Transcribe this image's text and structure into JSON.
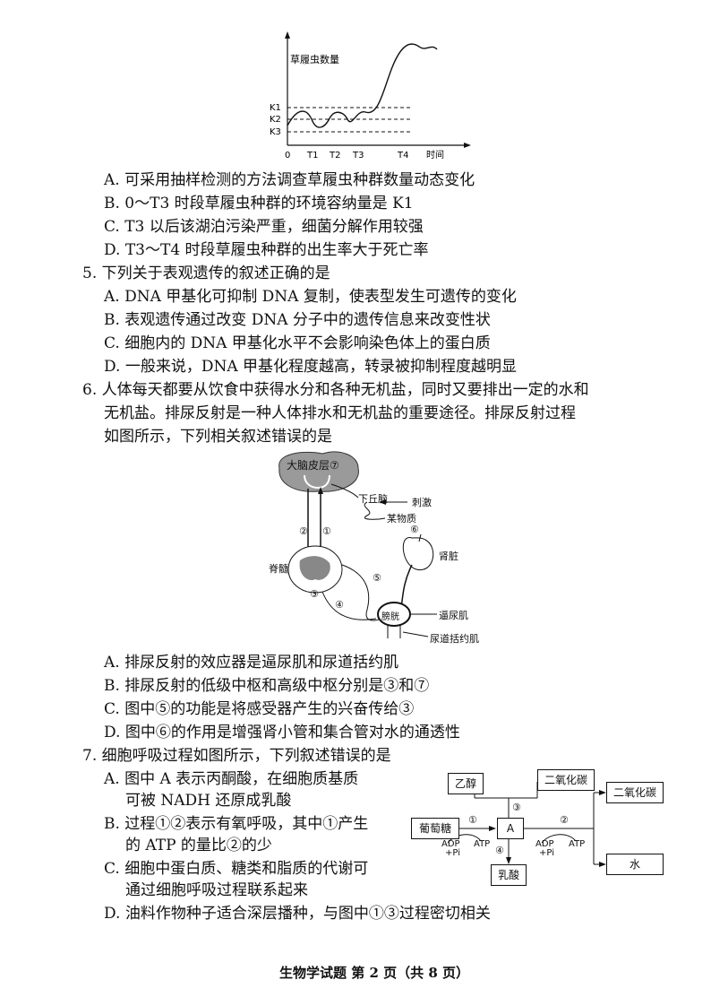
{
  "q4": {
    "figure": {
      "ylabel": "草履虫数量",
      "y_ticks": [
        "K1",
        "K2",
        "K3"
      ],
      "x_ticks": [
        "0",
        "T1",
        "T2",
        "T3",
        "T4"
      ],
      "xlabel": "时间"
    },
    "options": [
      "A. 可采用抽样检测的方法调查草履虫种群数量动态变化",
      "B. 0～T3 时段草履虫种群的环境容纳量是 K1",
      "C. T3 以后该湖泊污染严重，细菌分解作用较强",
      "D. T3～T4 时段草履虫种群的出生率大于死亡率"
    ]
  },
  "q5": {
    "stem": "5. 下列关于表观遗传的叙述正确的是",
    "options": [
      "A. DNA 甲基化可抑制 DNA 复制，使表型发生可遗传的变化",
      "B. 表观遗传通过改变 DNA 分子中的遗传信息来改变性状",
      "C. 细胞内的 DNA 甲基化水平不会影响染色体上的蛋白质",
      "D. 一般来说，DNA 甲基化程度越高，转录被抑制程度越明显"
    ]
  },
  "q6": {
    "stem_lines": [
      "6. 人体每天都要从饮食中获得水分和各种无机盐，同时又要排出一定的水和",
      "无机盐。排尿反射是一种人体排水和无机盐的重要途径。排尿反射过程",
      "如图所示，下列相关叙述错误的是"
    ],
    "figure": {
      "cortex": "大脑皮层⑦",
      "hypothalamus": "下丘脑",
      "stimulus": "刺激",
      "substance": "某物质",
      "n6": "⑥",
      "kidney": "肾脏",
      "spinal": "脊髓",
      "n2": "②",
      "n1": "①",
      "n3": "③",
      "n4": "④",
      "n5": "⑤",
      "bladder": "膀胱",
      "detrusor": "逼尿肌",
      "sphincter": "尿道括约肌"
    },
    "options": [
      "A. 排尿反射的效应器是逼尿肌和尿道括约肌",
      "B. 排尿反射的低级中枢和高级中枢分别是③和⑦",
      "C. 图中⑤的功能是将感受器产生的兴奋传给③",
      "D. 图中⑥的作用是增强肾小管和集合管对水的通透性"
    ]
  },
  "q7": {
    "stem": "7. 细胞呼吸过程如图所示，下列叙述错误的是",
    "options_lines": [
      "A. 图中 A 表示丙酮酸，在细胞质基质",
      "可被 NADH 还原成乳酸",
      "B. 过程①②表示有氧呼吸，其中①产生",
      "的 ATP 的量比②的少",
      "C. 细胞中蛋白质、糖类和脂质的代谢可",
      "通过细胞呼吸过程联系起来",
      "D. 油料作物种子适合深层播种，与图中①③过程密切相关"
    ],
    "figure": {
      "ethanol": "乙醇",
      "co2_a": "二氧化碳",
      "co2_b": "二氧化碳",
      "glucose": "葡萄糖",
      "A": "A",
      "water": "水",
      "lactic": "乳酸",
      "n1": "①",
      "n2": "②",
      "n3": "③",
      "n4": "④",
      "adp1": "ADP",
      "pi1": "+Pi",
      "atp1": "ATP",
      "adp2": "ADP",
      "pi2": "+Pi",
      "atp2": "ATP"
    }
  },
  "footer": "生物学试题 第 2 页（共 8 页）"
}
